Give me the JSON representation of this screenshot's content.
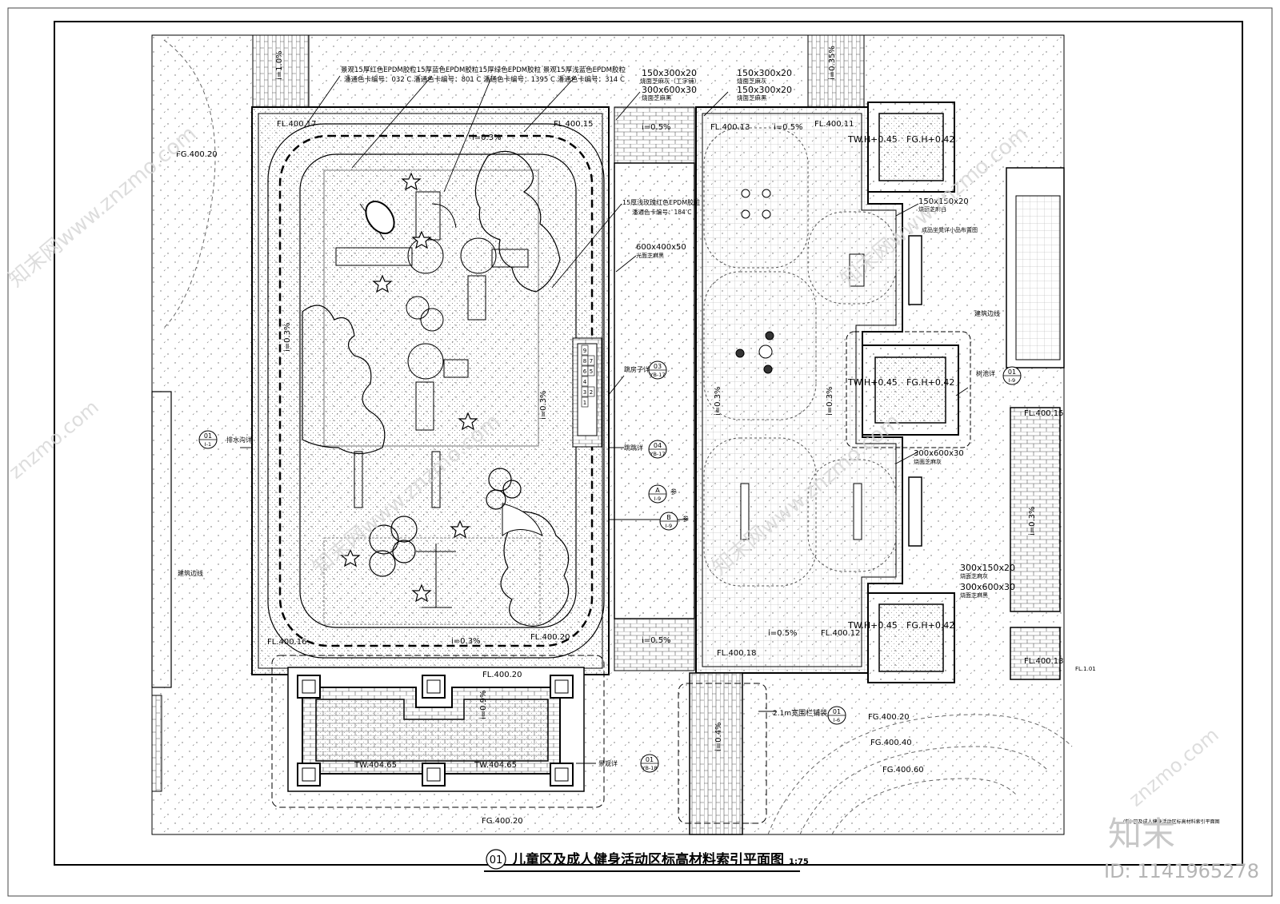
{
  "title": {
    "index": "01",
    "text": "儿童区及成人健身活动区标高材料索引平面图",
    "scale": "1:75"
  },
  "watermark": {
    "id_text": "ID: 1141965278",
    "logo_text": "知末",
    "site_text": "znzmo.com",
    "site_text_cn": "知末网www.znzmo.com"
  },
  "top_callouts": {
    "items": [
      "景观15厚红色EPDM胶粒",
      "15厚蓝色EPDM胶粒",
      "15厚绿色EPDM胶粒",
      "15厚浅蓝色EPDM胶粒"
    ],
    "codes": [
      "潘通色卡编号：032 C",
      "潘通色卡编号：801 C",
      "潘通色卡编号：1395 C",
      "潘通色卡编号：314 C"
    ],
    "combined_line1": "景观15厚红色EPDM胶粒15厚蓝色EPDM胶粒15厚绿色EPDM胶粒 景观15厚浅蓝色EPDM胶粒",
    "combined_line2": "潘通色卡编号：032 C   潘通色卡编号：801 C   潘通色卡编号：1395 C   潘通色卡编号：314 C"
  },
  "paving": {
    "p1_size": "150x300x20",
    "p1_desc": "烧面芝麻灰（工字铺）",
    "p2_size": "300x600x30",
    "p2_desc": "烧面芝麻黑",
    "p3_size": "150x300x20",
    "p3_desc": "烧面芝麻灰",
    "p4_size": "150x300x20",
    "p4_desc": "烧面芝麻黑",
    "p5_size": "600x400x50",
    "p5_desc": "光面芝麻黑",
    "p6_size": "150x150x20",
    "p6_desc": "烧面芝麻白",
    "p7_size": "300x600x30",
    "p7_desc": "烧面芝麻灰",
    "p8_size": "300x150x20",
    "p8_desc": "烧面芝麻灰",
    "p9_size": "300x600x30",
    "p9_desc": "烧面芝麻黑",
    "epdm_red": "15厚浅玫瑰红色EPDM胶粒",
    "epdm_red_code": "潘通色卡编号：184 C"
  },
  "elevations": {
    "fl_40017": "FL.400.17",
    "fl_40015": "FL.400.15",
    "fg_40020_a": "FG.400.20",
    "fl_40013": "FL.400.13",
    "fl_40011": "FL.400.11",
    "fl_40016": "FL.400.16",
    "fl_40020_a": "FL.400.20",
    "fl_40020_b": "FL.400.20",
    "fl_40018": "FL.400.18",
    "fl_40012": "FL.400.12",
    "fl_40015_r": "FL.400.15",
    "fl_40013_r": "FL.400.13",
    "fg_40020_b": "FG.400.20",
    "fg_40040": "FG.400.40",
    "fg_40060": "FG.400.60",
    "fg_40020_c": "FG.400.20",
    "tw_40465_a": "TW.404.65",
    "tw_40465_b": "TW.404.65",
    "tw_top": "TW.H+0.45",
    "fg_top": "FG.H+0.42",
    "tw_mid": "TW.H+0.45",
    "fg_mid": "FG.H+0.42",
    "tw_bot": "TW.H+0.45",
    "fg_bot": "FG.H+0.42"
  },
  "slopes": {
    "s1": "i=1.0%",
    "s2": "i=0.35%",
    "s3": "i=0.3%",
    "s4": "i=0.5%",
    "s5": "i=0.5%",
    "s6": "i=0.3%",
    "s7": "i=0.3%",
    "s8": "i=0.3%",
    "s9": "i=0.3%",
    "s10": "i=0.5%",
    "s11": "i=0.5%",
    "s12": "i=0.9%",
    "s13": "i=0.4%",
    "s14": "i=0.3%",
    "s15": "i=0.3%"
  },
  "notes": {
    "drain": "排水沟详",
    "building_line_l": "建筑边线",
    "building_line_r": "建筑边线",
    "hopscotch": "跳房子详",
    "jump": "跳跳详",
    "planter": "树池详",
    "bench": "成品坐凳详小品布置图",
    "fence": "2.1m宽围栏铺装",
    "landscape": "景观详",
    "ref": "参",
    "ref2": "参"
  },
  "index_marks": {
    "m1_num": "01",
    "m1_sheet": "I-1",
    "m2_num": "03",
    "m2_sheet": "YB-17",
    "m3_num": "04",
    "m3_sheet": "YB-17",
    "m4_num": "A",
    "m4_sheet": "I-9",
    "m5_num": "B",
    "m5_sheet": "I-9",
    "m6_num": "01",
    "m6_sheet": "I-9",
    "m7_num": "01",
    "m7_sheet": "I-6",
    "m8_num": "01",
    "m8_sheet": "YB-18"
  },
  "hopscotch_numbers": [
    "9",
    "8",
    "7",
    "6",
    "5",
    "4",
    "3",
    "2",
    "1"
  ],
  "tiny_caption": "(新)  区及成人健身活动区标高材料索引平面图",
  "tiny_caption2": "FL.1.01"
}
